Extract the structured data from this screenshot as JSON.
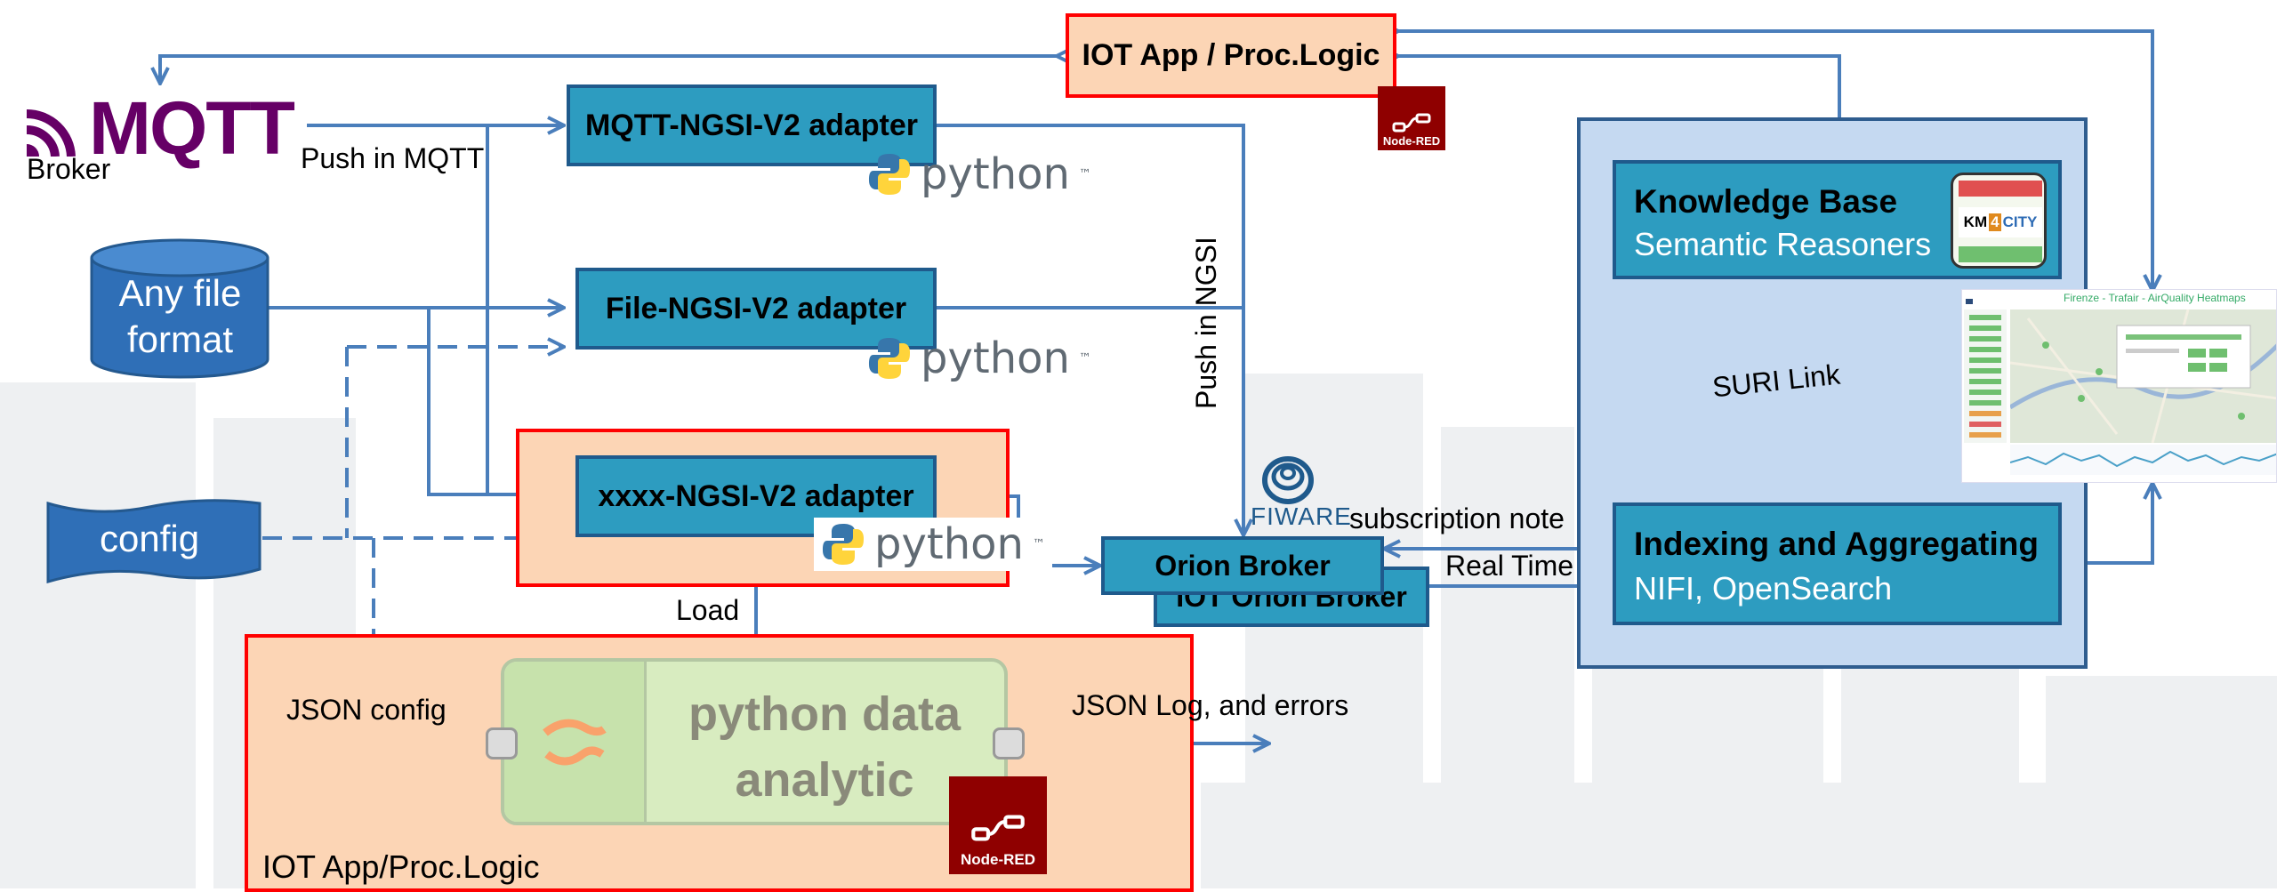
{
  "iot_app": {
    "label": "IOT App / Proc.Logic"
  },
  "mqtt": {
    "logo": "MQTT",
    "broker_label": "Broker",
    "push_label": "Push in MQTT"
  },
  "file_source": {
    "label_line1": "Any file",
    "label_line2": "format"
  },
  "config_source": {
    "label": "config"
  },
  "adapters": [
    {
      "label": "MQTT-NGSI-V2 adapter"
    },
    {
      "label": "File-NGSI-V2 adapter"
    },
    {
      "label": "xxxx-NGSI-V2 adapter"
    }
  ],
  "python_logo": {
    "text": "python",
    "tm": "™"
  },
  "push_ngsi_label": "Push in NGSI",
  "fiware": {
    "logo": "FIWARE",
    "subscription_label": "subscription note",
    "realtime_label": "Real Time"
  },
  "orion": {
    "front_label": "Orion Broker",
    "back_label": "IOT Orion Broker"
  },
  "load_label": "Load",
  "proc_panel": {
    "label": "IOT App/Proc.Logic",
    "json_config_label": "JSON config",
    "json_log_label": "JSON Log, and errors",
    "node_line1": "python data",
    "node_line2": "analytic"
  },
  "nodered_label": "Node-RED",
  "knowledge": {
    "title": "Knowledge Base",
    "subtitle": "Semantic Reasoners"
  },
  "km4city": {
    "left": "KM",
    "num": "4",
    "right": "CITY"
  },
  "suri_label": "SURI Link",
  "indexing": {
    "title": "Indexing and Aggregating",
    "subtitle": "NIFI, OpenSearch"
  },
  "dashboard": {
    "title": "Firenze - Trafair - AirQuality Heatmaps"
  },
  "colors": {
    "adapter_fill": "#2d9cc0",
    "adapter_border": "#1f5a8c",
    "arrow": "#4a7ebb",
    "highlight_fill": "#fcd5b5",
    "highlight_border": "#ff0000",
    "panel_fill": "#c5d9f1",
    "mqtt": "#660066",
    "node_red": "#8f0000",
    "python_blue": "#3776ab",
    "python_yellow": "#ffd43b"
  }
}
